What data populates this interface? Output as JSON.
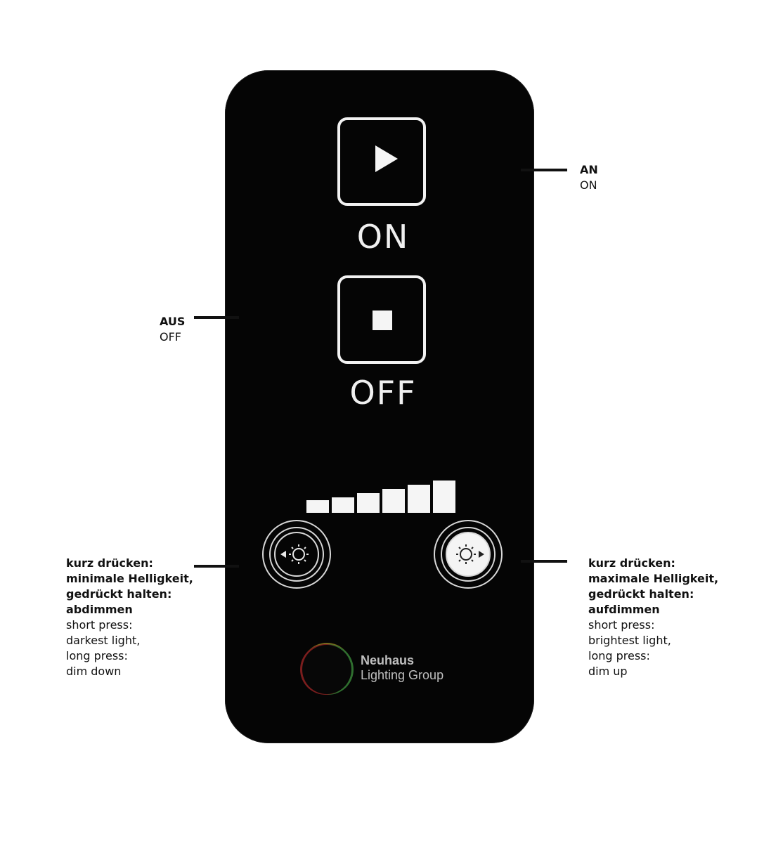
{
  "remote": {
    "on_label": "ON",
    "off_label": "OFF",
    "brightness_levels": 6,
    "logo": {
      "line1": "Neuhaus",
      "line2": "Lighting Group"
    }
  },
  "annotations": {
    "on": {
      "de": "AN",
      "en": "ON"
    },
    "off": {
      "de": "AUS",
      "en": "OFF"
    },
    "dim_down": {
      "de": [
        "kurz drücken:",
        "minimale Helligkeit,",
        "gedrückt halten:",
        "abdimmen"
      ],
      "en": [
        "short press:",
        "darkest light,",
        "long press:",
        "dim down"
      ]
    },
    "dim_up": {
      "de": [
        "kurz drücken:",
        "maximale Helligkeit,",
        "gedrückt halten:",
        "aufdimmen"
      ],
      "en": [
        "short press:",
        "brightest light,",
        "long press:",
        "dim up"
      ]
    }
  },
  "colors": {
    "remote_body": "#050505",
    "button_outline": "#f2f2f2",
    "annotation_text": "#111111"
  }
}
